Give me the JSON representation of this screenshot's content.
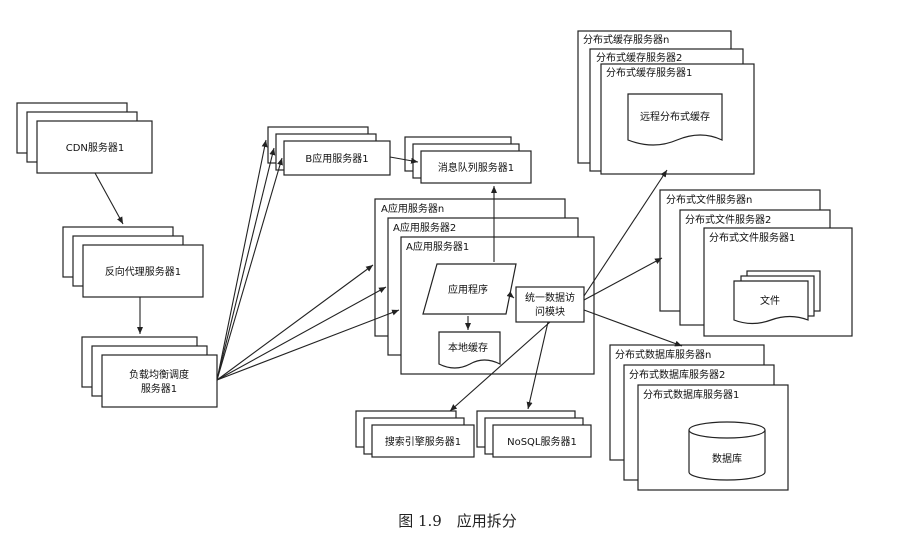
{
  "nodes": {
    "cdn": "CDN服务器1",
    "reverse_proxy": "反向代理服务器1",
    "load_balancer_l1": "负载均衡调度",
    "load_balancer_l2": "服务器1",
    "b_app": "B应用服务器1",
    "mq": "消息队列服务器1",
    "a_app_n": "A应用服务器n",
    "a_app_2": "A应用服务器2",
    "a_app_1": "A应用服务器1",
    "app_program": "应用程序",
    "local_cache": "本地缓存",
    "data_access_l1": "统一数据访",
    "data_access_l2": "问模块",
    "search": "搜索引擎服务器1",
    "nosql": "NoSQL服务器1",
    "cache_n": "分布式缓存服务器n",
    "cache_2": "分布式缓存服务器2",
    "cache_1": "分布式缓存服务器1",
    "remote_cache": "远程分布式缓存",
    "file_n": "分布式文件服务器n",
    "file_2": "分布式文件服务器2",
    "file_1": "分布式文件服务器1",
    "file": "文件",
    "db_n": "分布式数据库服务器n",
    "db_2": "分布式数据库服务器2",
    "db_1": "分布式数据库服务器1",
    "database": "数据库"
  },
  "caption": "图 1.9　应用拆分"
}
